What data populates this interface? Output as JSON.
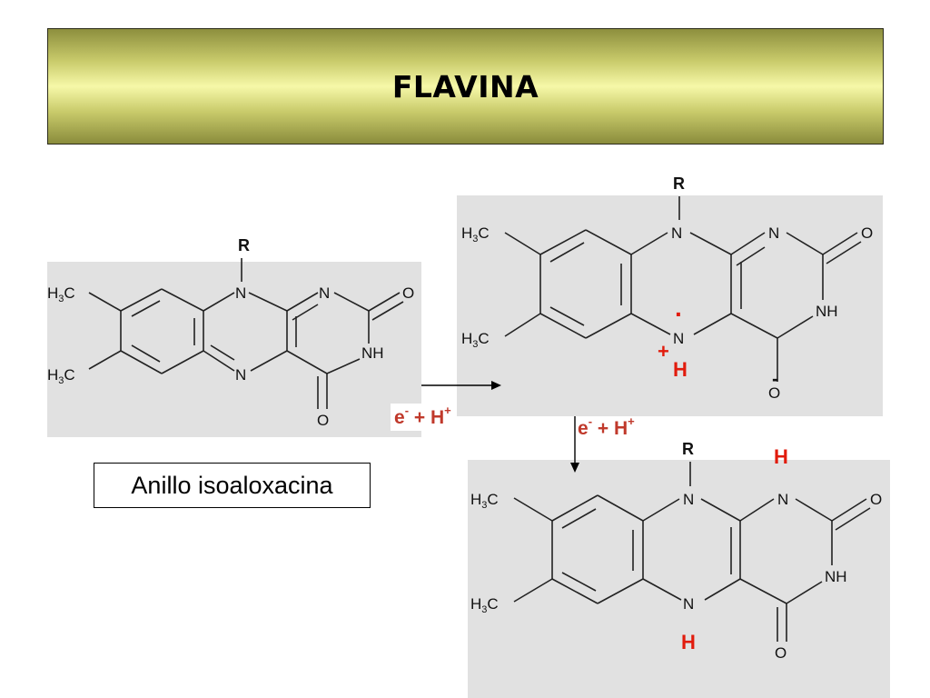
{
  "title": "FLAVINA",
  "caption": "Anillo isoaloxacina",
  "reaction_label_1": {
    "e": "e",
    "e_charge": "-",
    "plus": "+",
    "h": "H",
    "h_charge": "+"
  },
  "reaction_label_2": {
    "e": "e",
    "e_charge": "-",
    "plus": "+",
    "h": "H",
    "h_charge": "+"
  },
  "semiquinone_marks": {
    "radical_dot": "·",
    "plus": "+",
    "h": "H",
    "o_charge": "-"
  },
  "reduced_marks": {
    "h_top": "H",
    "h_bottom": "H"
  },
  "atoms": {
    "r": "R",
    "n": "N",
    "nh": "NH",
    "o": "O",
    "h3c_h": "H",
    "h3c_3": "3",
    "h3c_c": "C"
  },
  "colors": {
    "panel": "#e1e1e1",
    "highlight": "#e11b0c",
    "reaction_text": "#c0392b"
  }
}
